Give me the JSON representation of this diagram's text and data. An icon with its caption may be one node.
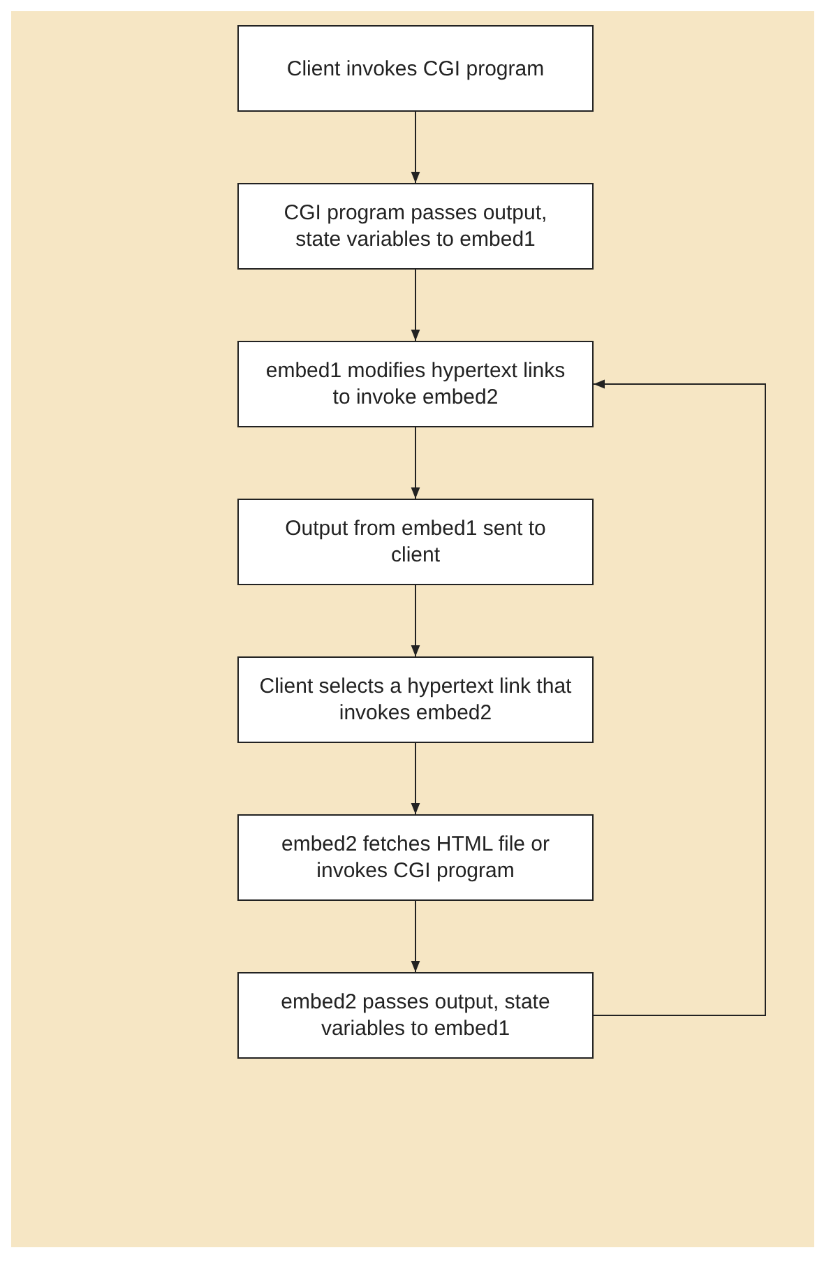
{
  "diagram": {
    "nodes": [
      {
        "text": [
          "Client invokes CGI program"
        ]
      },
      {
        "text": [
          "CGI program passes output, state variables to embed1"
        ]
      },
      {
        "text": [
          "embed1 modifies hypertext links to invoke embed2"
        ]
      },
      {
        "text": [
          "Output from embed1 sent to client"
        ]
      },
      {
        "text": [
          "Client selects a hypertext link that invokes embed2"
        ]
      },
      {
        "text": [
          "embed2 fetches HTML file or invokes CGI program"
        ]
      },
      {
        "text": [
          "embed2 passes output, state variables to embed1"
        ]
      }
    ],
    "edges": [
      {
        "from": 0,
        "to": 1,
        "arrow": "to"
      },
      {
        "from": 1,
        "to": 2,
        "arrow": "to"
      },
      {
        "from": 2,
        "to": 3,
        "arrow": "to"
      },
      {
        "from": 3,
        "to": 4,
        "arrow": "to"
      },
      {
        "from": 4,
        "to": 5,
        "arrow": "to"
      },
      {
        "from": 5,
        "to": 6,
        "arrow": "to"
      },
      {
        "from": 6,
        "to": 2,
        "arrow": "to"
      }
    ]
  }
}
